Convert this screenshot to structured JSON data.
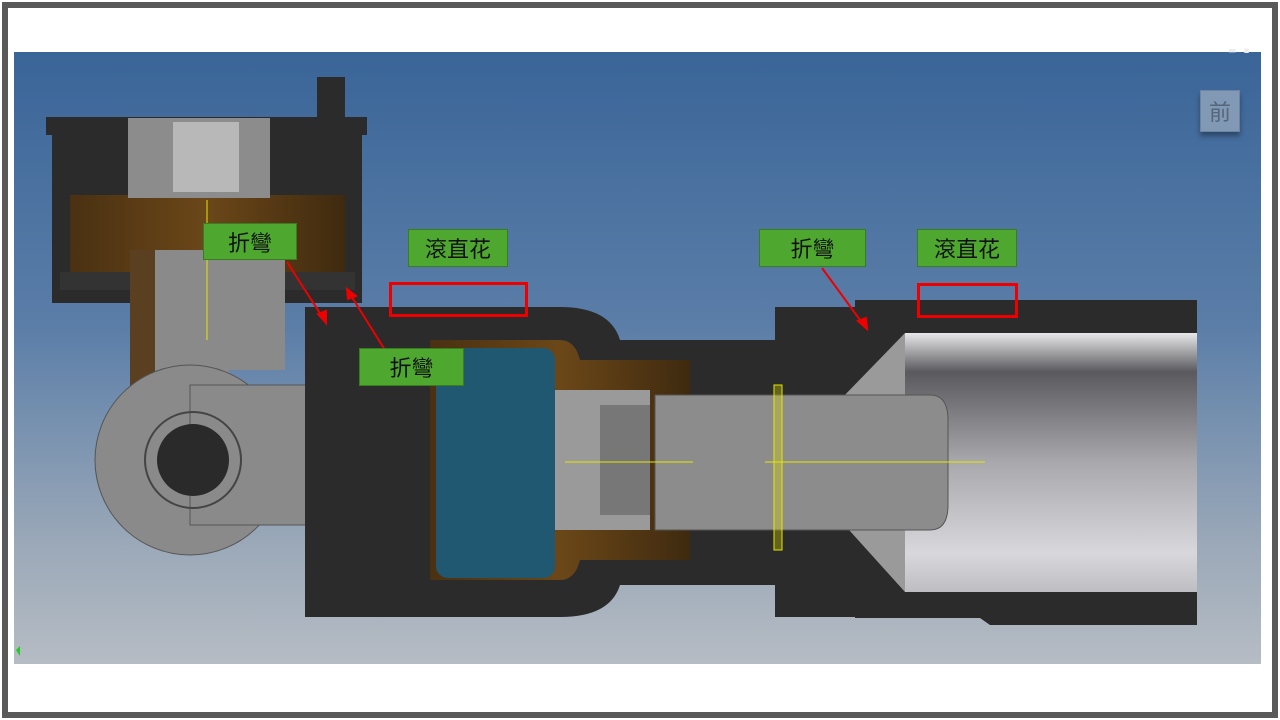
{
  "annotations": {
    "bend_1": "折彎",
    "knurl_1": "滾直花",
    "bend_2": "折彎",
    "bend_3": "折彎",
    "knurl_2": "滾直花"
  },
  "view_cube": {
    "label": "前"
  },
  "colors": {
    "label_bg": "#4ea72e",
    "highlight": "#ee0000",
    "guide_line": "#e6e600"
  }
}
